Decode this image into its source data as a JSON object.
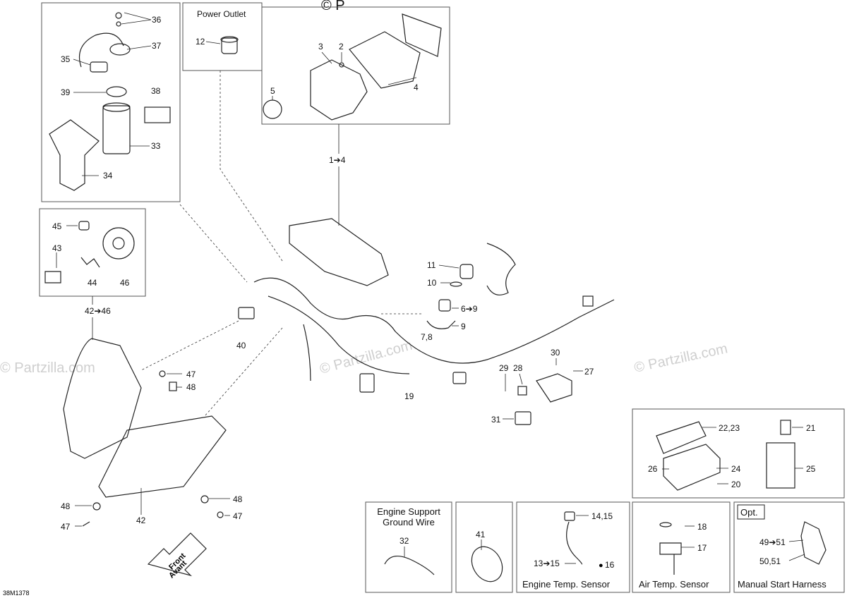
{
  "watermark": "© Partzilla.com",
  "diagram_code": "38M1378",
  "boxes": {
    "power_outlet": "Power Outlet",
    "engine_support": "Engine Support\nGround Wire",
    "engine_temp": "Engine Temp. Sensor",
    "air_temp": "Air Temp. Sensor",
    "manual_start": "Manual Start Harness",
    "opt": "Opt."
  },
  "front_arrow": {
    "line1": "Front",
    "line2": "Avant"
  },
  "callouts": [
    "36",
    "37",
    "35",
    "39",
    "38",
    "33",
    "34",
    "12",
    "3",
    "2",
    "5",
    "4",
    "1➔4",
    "45",
    "43",
    "44",
    "46",
    "42➔46",
    "11",
    "10",
    "6➔9",
    "9",
    "7,8",
    "40",
    "47",
    "48",
    "19",
    "29",
    "28",
    "30",
    "27",
    "31",
    "48",
    "47",
    "48",
    "47",
    "42",
    "22,23",
    "21",
    "26",
    "24",
    "25",
    "20",
    "32",
    "41",
    "14,15",
    "13➔15",
    "16",
    "18",
    "17",
    "49➔51",
    "50,51"
  ]
}
